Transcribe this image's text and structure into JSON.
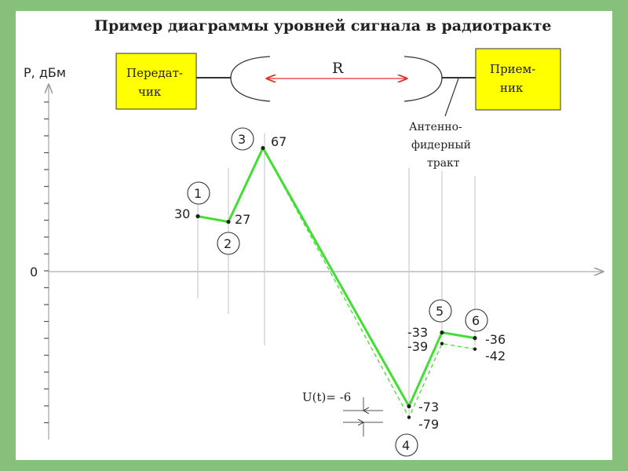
{
  "title": "Пример диаграммы уровней сигнала в радиотракте",
  "axis": {
    "y_label": "P, дБм",
    "zero_label": "0"
  },
  "transmitter": {
    "line1": "Передат-",
    "line2": "чик"
  },
  "receiver": {
    "line1": "Прием-",
    "line2": "ник"
  },
  "distance_label": "R",
  "feeder_label": {
    "line1": "Антенно-",
    "line2": "фидерный",
    "line3": "тракт"
  },
  "loss_label": "U(t)= -6",
  "colors": {
    "main": "#44dd33",
    "box": "#ffff00",
    "arrow": "#e03030",
    "background": "#86c07a"
  },
  "chart_data": {
    "type": "line",
    "y_unit": "дБм",
    "points": [
      {
        "id": "1",
        "value": "30"
      },
      {
        "id": "2",
        "value": "27"
      },
      {
        "id": "3",
        "value": "67"
      },
      {
        "id": "4",
        "value": "-73"
      },
      {
        "id": "5",
        "value": "-33"
      },
      {
        "id": "6",
        "value": "-36"
      }
    ],
    "series": [
      {
        "style": "solid",
        "values": [
          30,
          27,
          67,
          -73,
          -33,
          -36
        ]
      },
      {
        "style": "dashed",
        "values": [
          30,
          27,
          67,
          -79,
          -39,
          -42
        ]
      }
    ],
    "dashed_labels": {
      "p4": "-79",
      "p5": "-39",
      "p6": "-42"
    }
  }
}
